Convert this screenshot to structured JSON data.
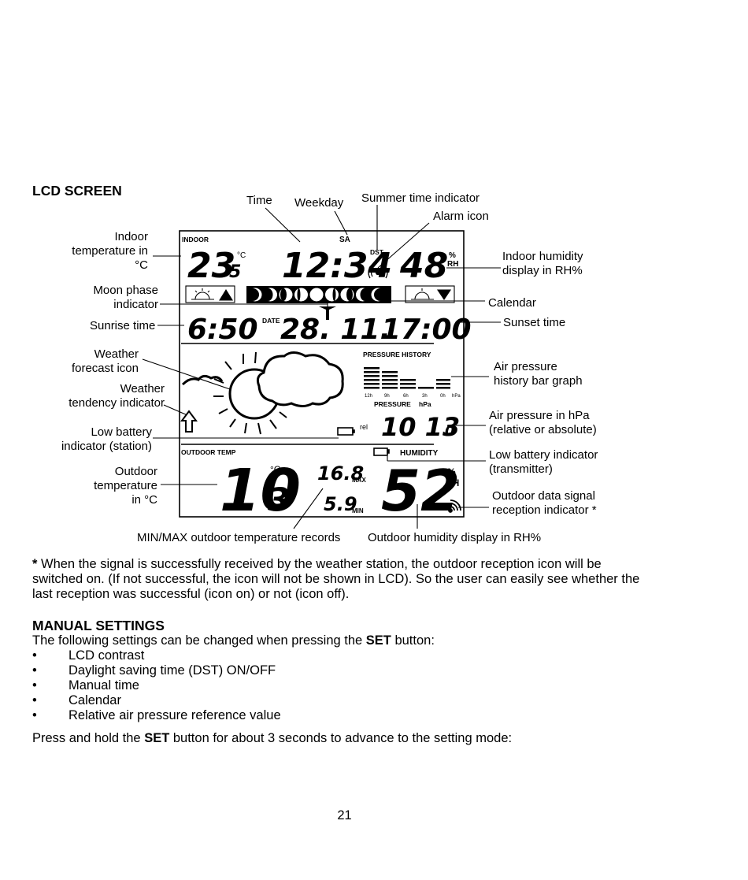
{
  "section1": {
    "heading": "LCD SCREEN"
  },
  "labels": {
    "time": "Time",
    "weekday": "Weekday",
    "summer_time": "Summer time indicator",
    "alarm_icon": "Alarm icon",
    "indoor_temp": [
      "Indoor",
      "temperature in",
      "°C"
    ],
    "moon_phase": [
      "Moon phase",
      "indicator"
    ],
    "sunrise": "Sunrise time",
    "weather_forecast": [
      "Weather",
      "forecast icon"
    ],
    "weather_tendency": [
      "Weather",
      "tendency indicator"
    ],
    "low_battery_station": [
      "Low battery",
      "indicator (station)"
    ],
    "outdoor_temp": [
      "Outdoor",
      "temperature",
      "in °C"
    ],
    "indoor_humidity": [
      "Indoor humidity",
      "display in RH%"
    ],
    "calendar": "Calendar",
    "sunset": "Sunset time",
    "air_pressure_history": [
      "Air pressure",
      "history bar graph"
    ],
    "air_pressure_hpa": [
      "Air pressure in hPa",
      "(relative or absolute)"
    ],
    "low_battery_tx": [
      "Low battery indicator",
      "(transmitter)"
    ],
    "outdoor_signal": [
      "Outdoor data signal",
      "reception indicator *"
    ],
    "minmax": "MIN/MAX outdoor temperature records",
    "outdoor_humidity": "Outdoor humidity display in RH%"
  },
  "lcd": {
    "indoor_label": "INDOOR",
    "weekday": "SA",
    "indoor_temp_int": "23",
    "indoor_temp_dec": "5",
    "temp_unit": "°C",
    "time": "12:34",
    "dst": "DST",
    "indoor_humidity": "48",
    "percent": "%",
    "rh": "RH",
    "sunrise": "6:50",
    "date_label": "DATE",
    "date": "28. 11.",
    "sunset": "17:00",
    "pressure_history_label": "PRESSURE HISTORY",
    "pressure_axis": [
      "12h",
      "9h",
      "6h",
      "3h",
      "0h",
      "hPa"
    ],
    "pressure_label": "PRESSURE",
    "pressure_unit": "hPa",
    "rel": "rel",
    "pressure_int": "10 13",
    "pressure_dec": "0",
    "outdoor_label": "OUTDOOR TEMP",
    "humidity_label": "HUMIDITY",
    "outdoor_temp_int": "10",
    "outdoor_temp_dec": "3",
    "max_value": "16.8",
    "max_label": "MAX",
    "min_value": "5.9",
    "min_label": "MIN",
    "outdoor_humidity": "52"
  },
  "footnote": {
    "star": "*",
    "lines": [
      " When the signal is successfully received by the weather station, the outdoor reception icon will be",
      "switched on. (If not successful, the icon will not be shown in LCD). So the user can easily see whether the",
      "last reception was successful (icon on) or not (icon off)."
    ]
  },
  "section2": {
    "heading": "MANUAL SETTINGS",
    "intro_pre": "The following settings can be changed when pressing the ",
    "intro_bold": "SET",
    "intro_post": " button:",
    "items": [
      "LCD contrast",
      "Daylight saving time (DST) ON/OFF",
      "Manual time",
      "Calendar",
      "Relative air pressure reference value"
    ],
    "press_pre": "Press and hold the ",
    "press_bold": "SET",
    "press_post": " button for about 3 seconds to advance to the setting mode:"
  },
  "page_number": "21"
}
